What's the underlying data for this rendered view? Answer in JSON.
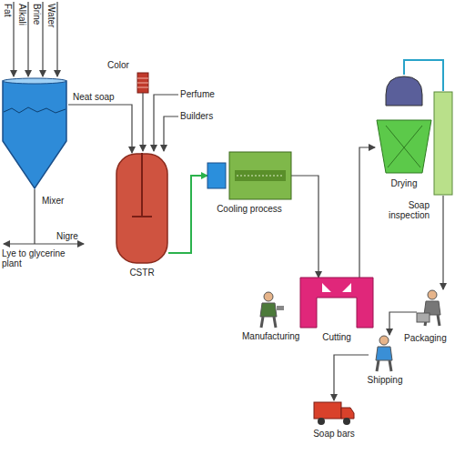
{
  "diagram": {
    "nodes": [
      {
        "text": [
          "Mixer"
        ]
      },
      {
        "text": [
          "CSTR"
        ]
      },
      {
        "text": [
          "Cooling process"
        ]
      },
      {
        "text": [
          "Drying"
        ]
      },
      {
        "text": [
          "Soap inspection"
        ]
      },
      {
        "text": [
          "Manufacturing"
        ]
      },
      {
        "text": [
          "Cutting"
        ]
      },
      {
        "text": [
          "Packaging"
        ]
      },
      {
        "text": [
          "Shipping"
        ]
      },
      {
        "text": [
          "Soap bars"
        ]
      }
    ],
    "edges": [
      {
        "from": 0,
        "to": 1,
        "label": "Neat soap",
        "arrow": "to"
      },
      {
        "from": 1,
        "to": 2,
        "arrow": "to"
      },
      {
        "from": 2,
        "to": 6,
        "arrow": "to"
      },
      {
        "from": 6,
        "to": 3,
        "arrow": "to"
      },
      {
        "from": 3,
        "to": 4,
        "arrow": "none"
      },
      {
        "from": 4,
        "to": 7,
        "arrow": "to"
      },
      {
        "from": 7,
        "to": 8,
        "arrow": "to"
      },
      {
        "from": 8,
        "to": 9,
        "arrow": "to"
      }
    ],
    "labels": [
      "Fat",
      "Alkali",
      "Brine",
      "Water",
      "Color",
      "Perfume",
      "Builders",
      "Nigre",
      "Lye to glycerine plant"
    ]
  }
}
